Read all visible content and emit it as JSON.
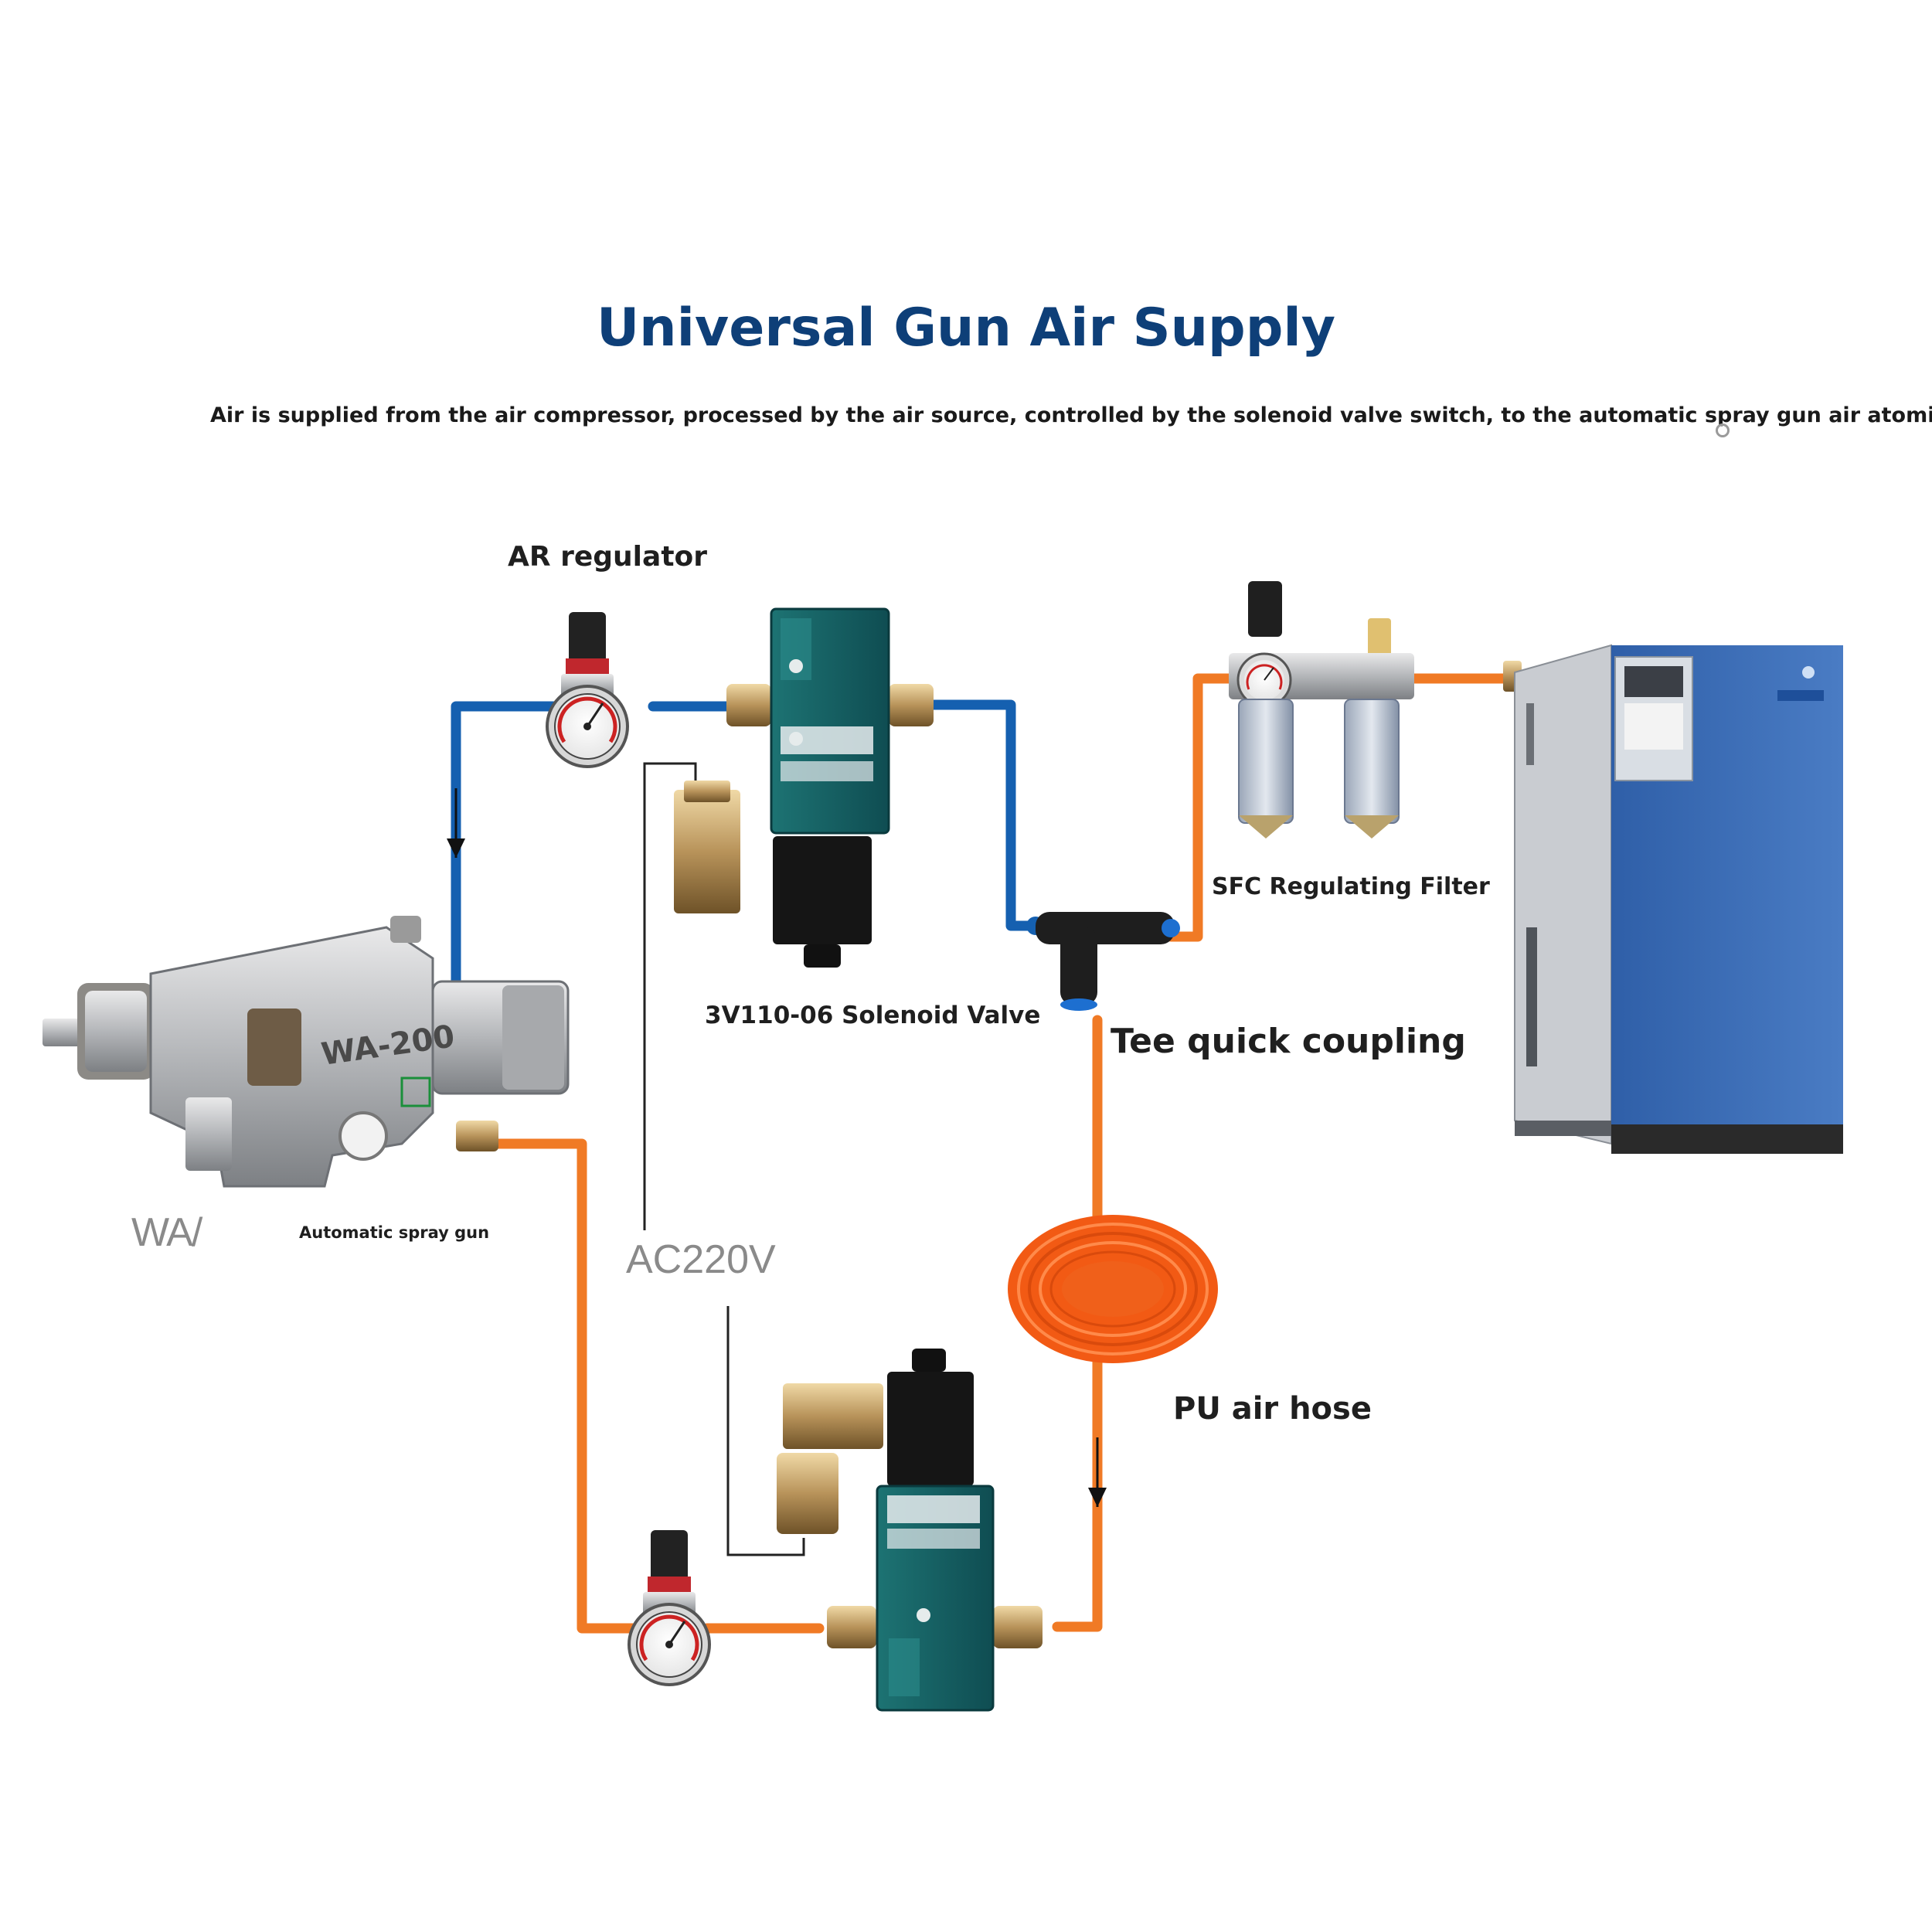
{
  "diagram": {
    "title": "Universal Gun Air Supply",
    "subtitle": "Air is supplied from the air compressor, processed by the air source, controlled by the solenoid valve switch, to the automatic spray gun air atomization",
    "labels": {
      "ar_regulator": "AR regulator",
      "solenoid_valve": "3V110-06 Solenoid Valve",
      "sfc_filter": "SFC Regulating Filter",
      "tee_coupling": "Tee quick coupling",
      "pu_hose": "PU air hose",
      "spray_gun": "Automatic spray gun",
      "voltage": "AC220V",
      "gun_brand": "WA/",
      "gun_model": "WA-200"
    },
    "colors": {
      "blue_line": "#1560b0",
      "orange_line": "#f07a25",
      "title": "#0e3f78",
      "valve_body": "#1b6b6b",
      "compressor": "#3f6fb5"
    }
  }
}
